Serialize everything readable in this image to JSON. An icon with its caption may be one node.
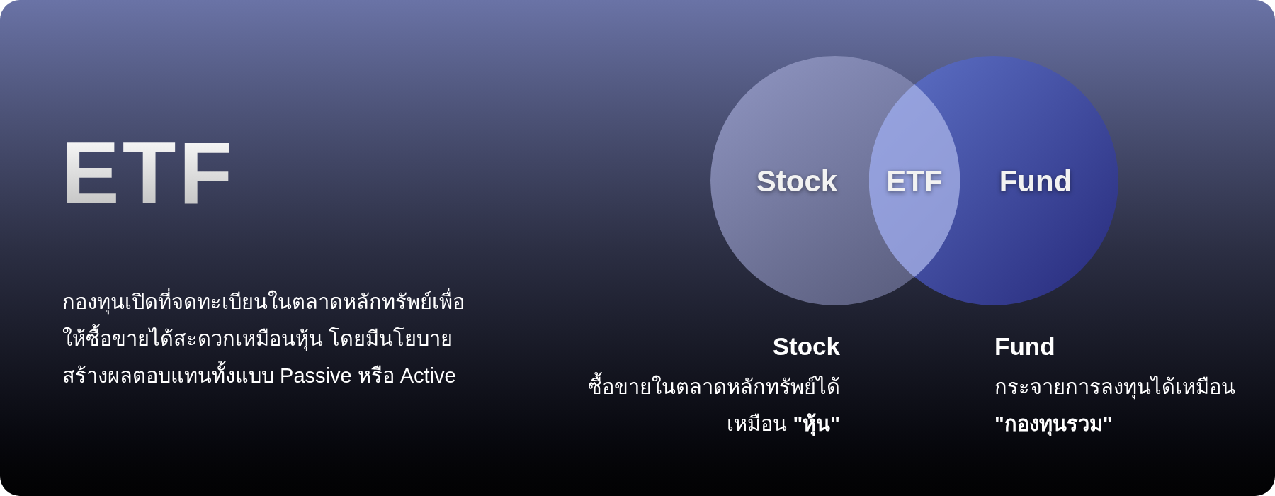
{
  "diagram": {
    "title": "ETF",
    "nodes": [
      {
        "text": [
          "Stock"
        ]
      },
      {
        "text": [
          "Fund"
        ]
      },
      {
        "text": [
          "ETF"
        ]
      }
    ],
    "labels": [
      "กองทุนเปิดที่จดทะเบียนในตลาดหลักทรัพย์เพื่อให้ซื้อขายได้สะดวกเหมือนหุ้น โดยมีนโยบายสร้างผลตอบแทนทั้งแบบ Passive หรือ Active",
      "Stock",
      "ซื้อขายในตลาดหลักทรัพย์ได้เหมือน **\"หุ้น\"**",
      "Fund",
      "กระจายการลงทุนได้เหมือน **\"กองทุนรวม\"**"
    ]
  }
}
